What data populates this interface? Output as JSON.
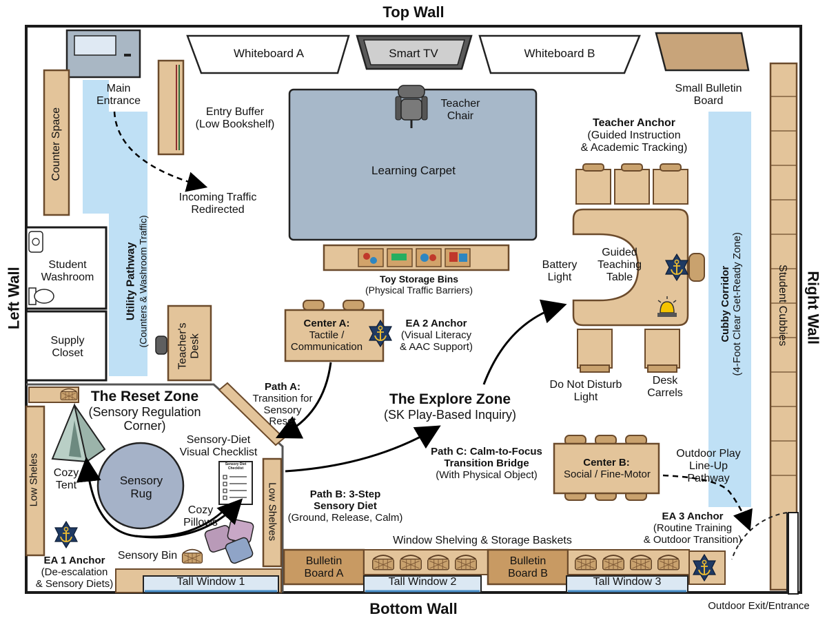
{
  "walls": {
    "top": "Top Wall",
    "bottom": "Bottom Wall",
    "left": "Left Wall",
    "right": "Right Wall"
  },
  "top_fixtures": {
    "whiteboard_a": "Whiteboard A",
    "smart_tv": "Smart TV",
    "whiteboard_b": "Whiteboard B",
    "small_bulletin": "Small Bulletin\nBoard"
  },
  "entry": {
    "main_entrance": "Main\nEntrance",
    "counter_space": "Counter Space",
    "entry_buffer": "Entry Buffer\n(Low Bookshelf)",
    "incoming_traffic": "Incoming Traffic\nRedirected",
    "utility_title": "Utility Pathway",
    "utility_sub": "(Counters & Washroom Traffic)"
  },
  "rooms": {
    "washroom": "Student\nWashroom",
    "supply": "Supply\nCloset",
    "teachers_desk": "Teacher's\nDesk"
  },
  "carpet": {
    "label": "Learning Carpet",
    "teacher_chair": "Teacher\nChair",
    "toy_bins_title": "Toy Storage Bins",
    "toy_bins_sub": "(Physical Traffic Barriers)"
  },
  "teacher_anchor": {
    "title": "Teacher Anchor",
    "sub": "(Guided Instruction\n& Academic Tracking)",
    "table": "Guided\nTeaching\nTable",
    "battery": "Battery\nLight",
    "dnd": "Do Not Disturb\nLight",
    "carrels": "Desk\nCarrels"
  },
  "cubby": {
    "title": "Cubby Corridor",
    "sub": "(4-Foot Clear Get-Ready Zone)",
    "cubbies": "Student Cubbies"
  },
  "center_a": {
    "title": "Center A:",
    "sub": "Tactile /\nCommunication",
    "ea2_title": "EA 2 Anchor",
    "ea2_sub": "(Visual Literacy\n& AAC Support)"
  },
  "paths": {
    "a_title": "Path A:",
    "a_sub": "Transition for\nSensory\nReset",
    "b_title": "Path B: 3-Step\nSensory Diet",
    "b_sub": "(Ground, Release, Calm)",
    "c_title": "Path C: Calm-to-Focus\nTransition Bridge",
    "c_sub": "(With Physical Object)"
  },
  "explore": {
    "title": "The Explore Zone",
    "sub": "(SK Play-Based Inquiry)"
  },
  "reset": {
    "title": "The Reset Zone",
    "sub": "(Sensory Regulation\nCorner)",
    "checklist": "Sensory-Diet\nVisual Checklist",
    "checklist_card_title": "Sensory Diet\nChecklist",
    "tent": "Cozy\nTent",
    "rug": "Sensory\nRug",
    "pillows": "Cozy\nPillows",
    "bin": "Sensory Bin",
    "low_shelves_left": "Low Sheles",
    "low_shelves_right": "Low Shelves",
    "ea1_title": "EA 1 Anchor",
    "ea1_sub": "(De-escalation\n& Sensory Diets)"
  },
  "center_b": {
    "title": "Center B:",
    "sub": "Social / Fine-Motor",
    "outdoor_path": "Outdoor Play\nLine-Up\nPathway",
    "ea3_title": "EA 3 Anchor",
    "ea3_sub": "(Routine Training\n& Outdoor Transition)"
  },
  "bottom_fixtures": {
    "window_shelving": "Window Shelving & Storage Baskets",
    "bulletin_a": "Bulletin\nBoard A",
    "bulletin_b": "Bulletin\nBoard B",
    "tall_window_1": "Tall Window 1",
    "tall_window_2": "Tall Window 2",
    "tall_window_3": "Tall Window 3",
    "outdoor_exit": "Outdoor Exit/Entrance"
  },
  "colors": {
    "wood": "#E3C49A",
    "wood_stroke": "#6B4A2B",
    "carpet": "#A7B8C9",
    "pathway": "#BFE0F5",
    "rug": "#A5B2C8",
    "anchor_badge": "#1F3A63",
    "anchor_gold": "#E8B931"
  }
}
